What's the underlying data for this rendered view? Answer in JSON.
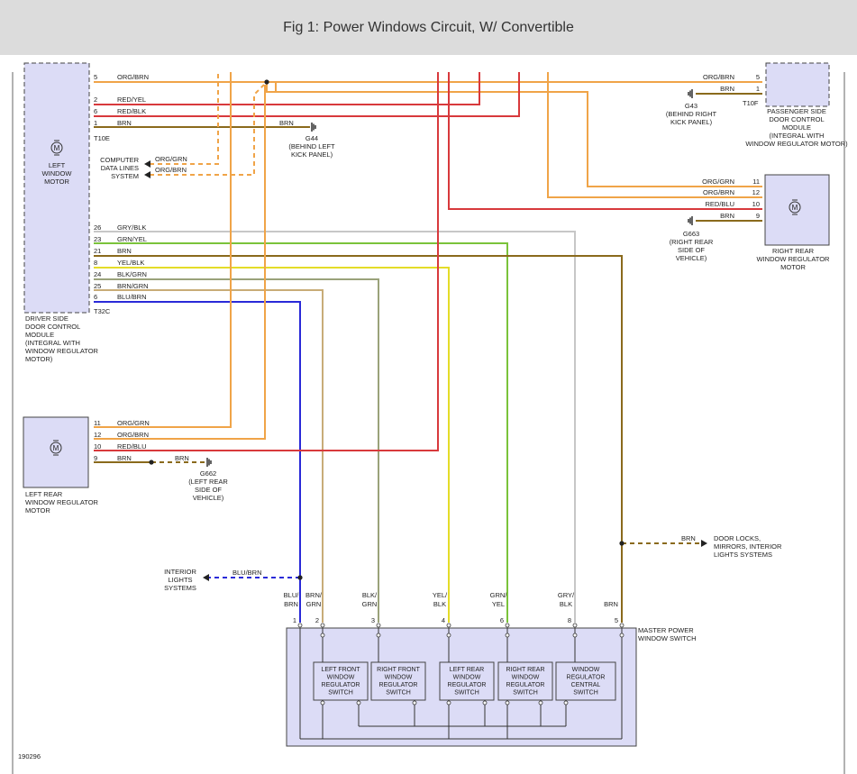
{
  "title": "Fig 1: Power Windows Circuit, W/ Convertible",
  "figure_id": "190296",
  "components": {
    "left_window_motor": [
      "LEFT",
      "WINDOW",
      "MOTOR"
    ],
    "driver_module": [
      "DRIVER SIDE",
      "DOOR CONTROL",
      "MODULE",
      "(INTEGRAL WITH",
      "WINDOW REGULATOR",
      "MOTOR)"
    ],
    "passenger_module": [
      "PASSENGER SIDE",
      "DOOR CONTROL",
      "MODULE",
      "(INTEGRAL WITH",
      "WINDOW REGULATOR MOTOR)"
    ],
    "right_rear_motor": [
      "RIGHT REAR",
      "WINDOW REGULATOR",
      "MOTOR"
    ],
    "left_rear_motor": [
      "LEFT REAR",
      "WINDOW REGULATOR",
      "MOTOR"
    ],
    "master_switch": [
      "MASTER POWER",
      "WINDOW SWITCH"
    ],
    "computer_data": [
      "COMPUTER",
      "DATA LINES",
      "SYSTEM"
    ],
    "interior_lights": [
      "INTERIOR",
      "LIGHTS",
      "SYSTEMS"
    ],
    "door_locks": [
      "DOOR LOCKS,",
      "MIRRORS, INTERIOR",
      "LIGHTS SYSTEMS"
    ],
    "motor_symbol": "M"
  },
  "connectors": {
    "t10e_left": "T10E",
    "t32c": "T32C",
    "t10f": "T10F"
  },
  "grounds": {
    "g44": [
      "G44",
      "(BEHIND LEFT",
      "KICK PANEL)"
    ],
    "g43": [
      "G43",
      "(BEHIND RIGHT",
      "KICK PANEL)"
    ],
    "g663": [
      "G663",
      "(RIGHT REAR",
      "SIDE OF",
      "VEHICLE)"
    ],
    "g662": [
      "G662",
      "(LEFT REAR",
      "SIDE OF",
      "VEHICLE)"
    ]
  },
  "t10e_pins": [
    {
      "pin": "5",
      "wire": "ORG/BRN"
    },
    {
      "pin": "2",
      "wire": "RED/YEL"
    },
    {
      "pin": "6",
      "wire": "RED/BLK"
    },
    {
      "pin": "1",
      "wire": "BRN"
    }
  ],
  "t10e_ground_wire": "BRN",
  "data_wires": [
    "ORG/GRN",
    "ORG/BRN"
  ],
  "t32c_pins": [
    {
      "pin": "26",
      "wire": "GRY/BLK"
    },
    {
      "pin": "23",
      "wire": "GRN/YEL"
    },
    {
      "pin": "21",
      "wire": "BRN"
    },
    {
      "pin": "8",
      "wire": "YEL/BLK"
    },
    {
      "pin": "24",
      "wire": "BLK/GRN"
    },
    {
      "pin": "25",
      "wire": "BRN/GRN"
    },
    {
      "pin": "6",
      "wire": "BLU/BRN"
    }
  ],
  "t10f_pins": [
    {
      "pin": "5",
      "wire": "ORG/BRN"
    },
    {
      "pin": "1",
      "wire": "BRN"
    }
  ],
  "right_rear_pins": [
    {
      "pin": "11",
      "wire": "ORG/GRN"
    },
    {
      "pin": "12",
      "wire": "ORG/BRN"
    },
    {
      "pin": "10",
      "wire": "RED/BLU"
    },
    {
      "pin": "9",
      "wire": "BRN"
    }
  ],
  "left_rear_pins": [
    {
      "pin": "11",
      "wire": "ORG/GRN"
    },
    {
      "pin": "12",
      "wire": "ORG/BRN"
    },
    {
      "pin": "10",
      "wire": "RED/BLU"
    },
    {
      "pin": "9",
      "wire": "BRN"
    }
  ],
  "left_rear_ground_wire": "BRN",
  "interior_wire": "BLU/BRN",
  "door_locks_wire": "BRN",
  "master_pins": [
    {
      "pin": "1",
      "wire": [
        "BLU/",
        "BRN"
      ]
    },
    {
      "pin": "2",
      "wire": [
        "BRN/",
        "GRN"
      ]
    },
    {
      "pin": "3",
      "wire": [
        "BLK/",
        "GRN"
      ]
    },
    {
      "pin": "4",
      "wire": [
        "YEL/",
        "BLK"
      ]
    },
    {
      "pin": "6",
      "wire": [
        "GRN/",
        "YEL"
      ]
    },
    {
      "pin": "8",
      "wire": [
        "GRY/",
        "BLK"
      ]
    },
    {
      "pin": "5",
      "wire": [
        "BRN"
      ]
    }
  ],
  "switches": [
    [
      "LEFT FRONT",
      "WINDOW",
      "REGULATOR",
      "SWITCH"
    ],
    [
      "RIGHT FRONT",
      "WINDOW",
      "REGULATOR",
      "SWITCH"
    ],
    [
      "LEFT REAR",
      "WINDOW",
      "REGULATOR",
      "SWITCH"
    ],
    [
      "RIGHT REAR",
      "WINDOW",
      "REGULATOR",
      "SWITCH"
    ],
    [
      "WINDOW",
      "REGULATOR",
      "CENTRAL",
      "SWITCH"
    ]
  ],
  "colors": {
    "orange": "#f0a448",
    "orange_brown": "#d29a4e",
    "red": "#d8393c",
    "pink": "#e04870",
    "brown": "#8a6a1c",
    "gray": "#c7c7c7",
    "green": "#7ac33a",
    "yellow": "#e4dc28",
    "olive": "#9aa27a",
    "tan": "#c8ac78",
    "blue": "#2a2ad8",
    "box_fill": "#dcdcf6"
  }
}
